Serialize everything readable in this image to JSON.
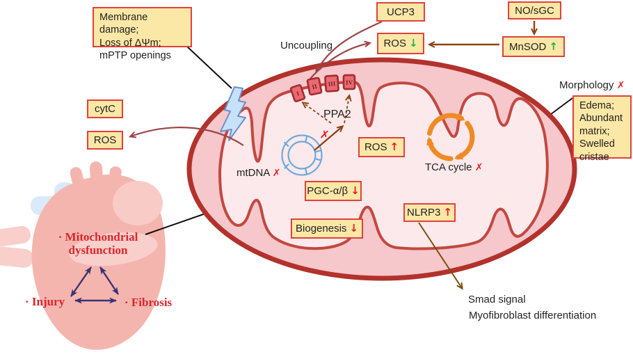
{
  "figure": {
    "boxes": {
      "membrane_damage": {
        "text": "Membrane damage;\nLoss of ΔΨm;\nmPTP openings"
      },
      "ucp3": {
        "label": "UCP3"
      },
      "ros_down": {
        "label": "ROS",
        "arrow": "↓"
      },
      "no_sgc": {
        "label": "NO/sGC"
      },
      "mnsod": {
        "label": "MnSOD",
        "arrow": "↑"
      },
      "edema": {
        "text": "Edema;\nAbundant\nmatrix;\nSwelled\ncristae"
      },
      "cytc": {
        "label": "cytC"
      },
      "ros_left": {
        "label": "ROS"
      },
      "ros_up": {
        "label": "ROS",
        "arrow": "↑"
      },
      "pgc": {
        "label": "PGC-α/β",
        "arrow": "↓"
      },
      "biogenesis": {
        "label": "Biogenesis",
        "arrow": "↓"
      },
      "nlrp3": {
        "label": "NLRP3",
        "arrow": "↑"
      }
    },
    "labels": {
      "uncoupling": "Uncoupling",
      "morphology": {
        "label": "Morphology",
        "mark": "✗"
      },
      "ppa2": "PPA2",
      "mtdna": {
        "label": "mtDNA",
        "mark": "✗"
      },
      "tca": {
        "label": "TCA cycle",
        "mark": "✗"
      },
      "broken_arrow_mark": "✗",
      "smad": "Smad signal",
      "myofibroblast": "Myofibroblast differentiation"
    },
    "mitochondrion": {
      "complexes": [
        "I",
        "II",
        "III",
        "IV"
      ]
    },
    "heart": {
      "dysfunction": "· Mitochondrial\ndysfunction",
      "injury": "· Injury",
      "fibrosis": "· Fibrosis"
    },
    "colors": {
      "box_fill": "#FBE7A6",
      "box_border": "#E0413C",
      "membrane_outer": "#B2322C",
      "membrane_inner": "#C24840",
      "mito_pink": "#F6C7CB",
      "matrix_pink": "#FCE9EB",
      "maroon_arrow": "#9E4347",
      "brown_arrow": "#8B4513",
      "olive_arrow": "#7D4E10",
      "green": "#22B14C",
      "red": "#ED1C24",
      "tca_orange": "#F08A24",
      "mtdna_blue": "#6FA8DC",
      "complex_fill": "#E96B72",
      "complex_border": "#A62A31",
      "lightning_fill": "#C7E1F8",
      "lightning_border": "#6E8FC9",
      "heart_pink": "#F5B5AF",
      "heart_light_pink": "#F8CFCB",
      "heart_blue": "#D9EAF8",
      "triangle_navy": "#3B3272",
      "heart_text_red": "#D9262C",
      "line_black": "#111111",
      "text_dark": "#222222"
    }
  }
}
